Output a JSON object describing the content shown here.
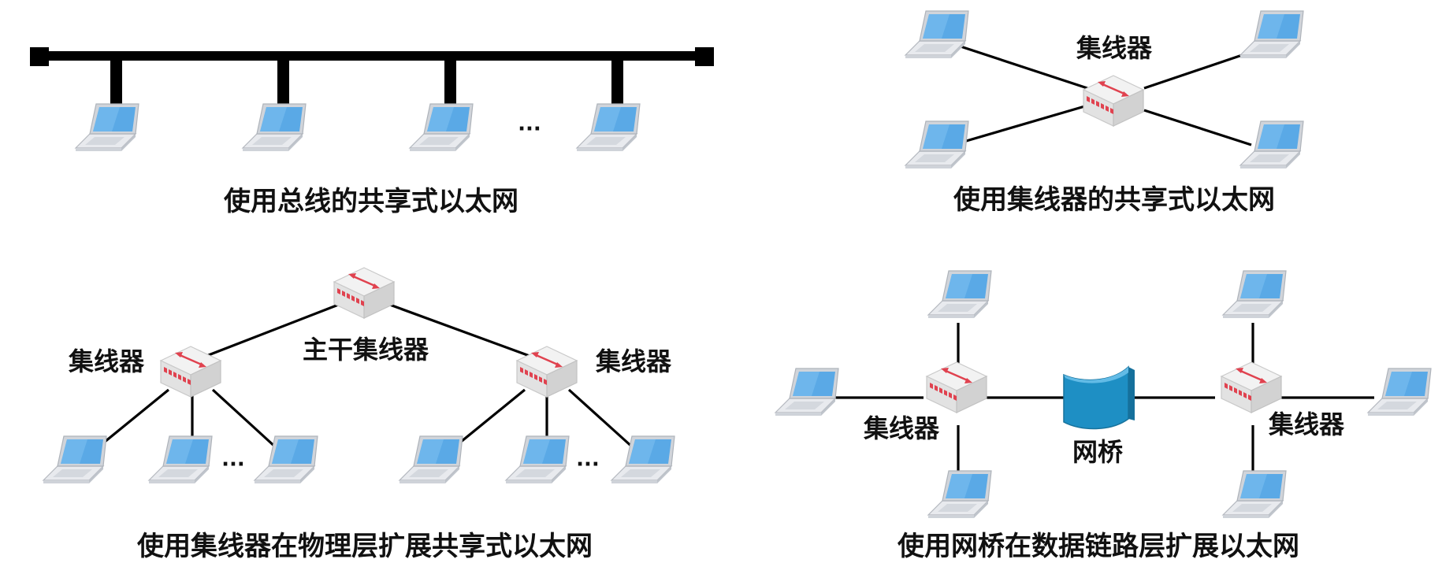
{
  "colors": {
    "line": "#000000",
    "screen": "#5aa9e6",
    "laptop_body": "#e6e8ec",
    "hub_top": "#f1f1f1",
    "hub_side": "#d6d6d6",
    "hub_arrow": "#e0424f",
    "bridge": "#1e8fc4"
  },
  "icons": {
    "laptop": "laptop-icon",
    "hub": "hub-icon",
    "bridge": "bridge-icon"
  },
  "panel_bus": {
    "caption": "使用总线的共享式以太网",
    "ellipsis": "···"
  },
  "panel_hub": {
    "caption": "使用集线器的共享式以太网",
    "hub_label": "集线器"
  },
  "panel_hierarchy": {
    "caption": "使用集线器在物理层扩展共享式以太网",
    "backbone_label": "主干集线器",
    "left_hub_label": "集线器",
    "right_hub_label": "集线器",
    "ellipsis_left": "···",
    "ellipsis_right": "···"
  },
  "panel_bridge": {
    "caption": "使用网桥在数据链路层扩展以太网",
    "left_hub_label": "集线器",
    "right_hub_label": "集线器",
    "bridge_label": "网桥"
  }
}
